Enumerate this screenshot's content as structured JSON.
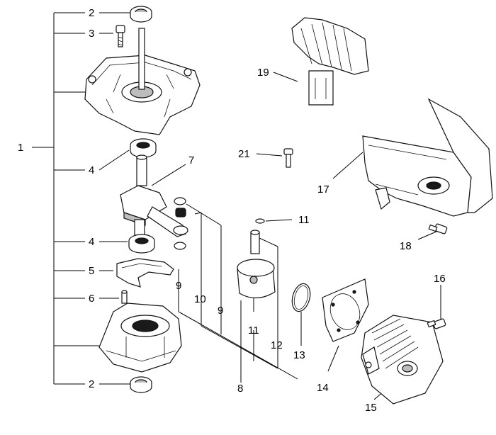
{
  "callouts": [
    {
      "id": "c1",
      "text": "1"
    },
    {
      "id": "c2a",
      "text": "2"
    },
    {
      "id": "c2b",
      "text": "2"
    },
    {
      "id": "c3",
      "text": "3"
    },
    {
      "id": "c4a",
      "text": "4"
    },
    {
      "id": "c4b",
      "text": "4"
    },
    {
      "id": "c5",
      "text": "5"
    },
    {
      "id": "c6",
      "text": "6"
    },
    {
      "id": "c7",
      "text": "7"
    },
    {
      "id": "c8",
      "text": "8"
    },
    {
      "id": "c9a",
      "text": "9"
    },
    {
      "id": "c9b",
      "text": "9"
    },
    {
      "id": "c10",
      "text": "10"
    },
    {
      "id": "c11a",
      "text": "11"
    },
    {
      "id": "c11b",
      "text": "11"
    },
    {
      "id": "c12",
      "text": "12"
    },
    {
      "id": "c13",
      "text": "13"
    },
    {
      "id": "c14",
      "text": "14"
    },
    {
      "id": "c15",
      "text": "15"
    },
    {
      "id": "c16",
      "text": "16"
    },
    {
      "id": "c17",
      "text": "17"
    },
    {
      "id": "c18",
      "text": "18"
    },
    {
      "id": "c19",
      "text": "19"
    },
    {
      "id": "c21",
      "text": "21"
    }
  ]
}
